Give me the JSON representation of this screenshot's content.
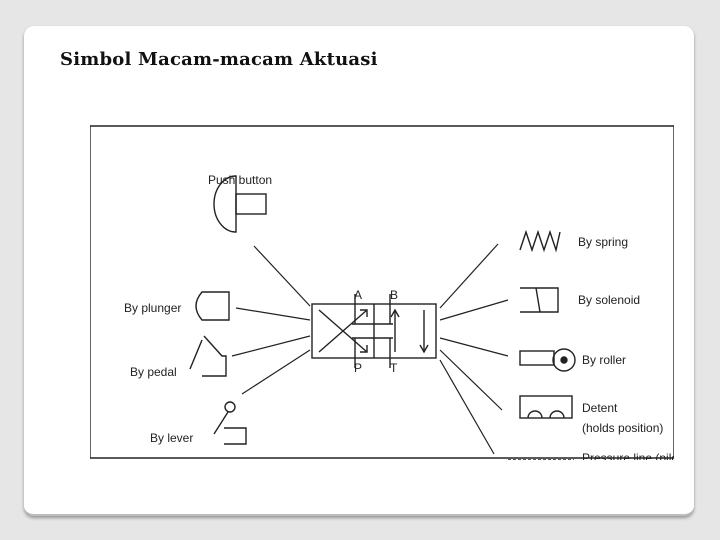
{
  "slide": {
    "title": "Simbol Macam-macam Aktuasi"
  },
  "figure": {
    "left_labels": {
      "push_button": "Push button",
      "plunger": "By plunger",
      "pedal": "By pedal",
      "lever": "By lever"
    },
    "right_labels": {
      "spring": "By spring",
      "solenoid": "By solenoid",
      "roller": "By roller",
      "detent": "Detent",
      "detent_sub": "(holds position)",
      "pressure": "Pressure line (pilot)"
    },
    "port_labels": {
      "a": "A",
      "b": "B",
      "p": "P",
      "t": "T"
    }
  }
}
